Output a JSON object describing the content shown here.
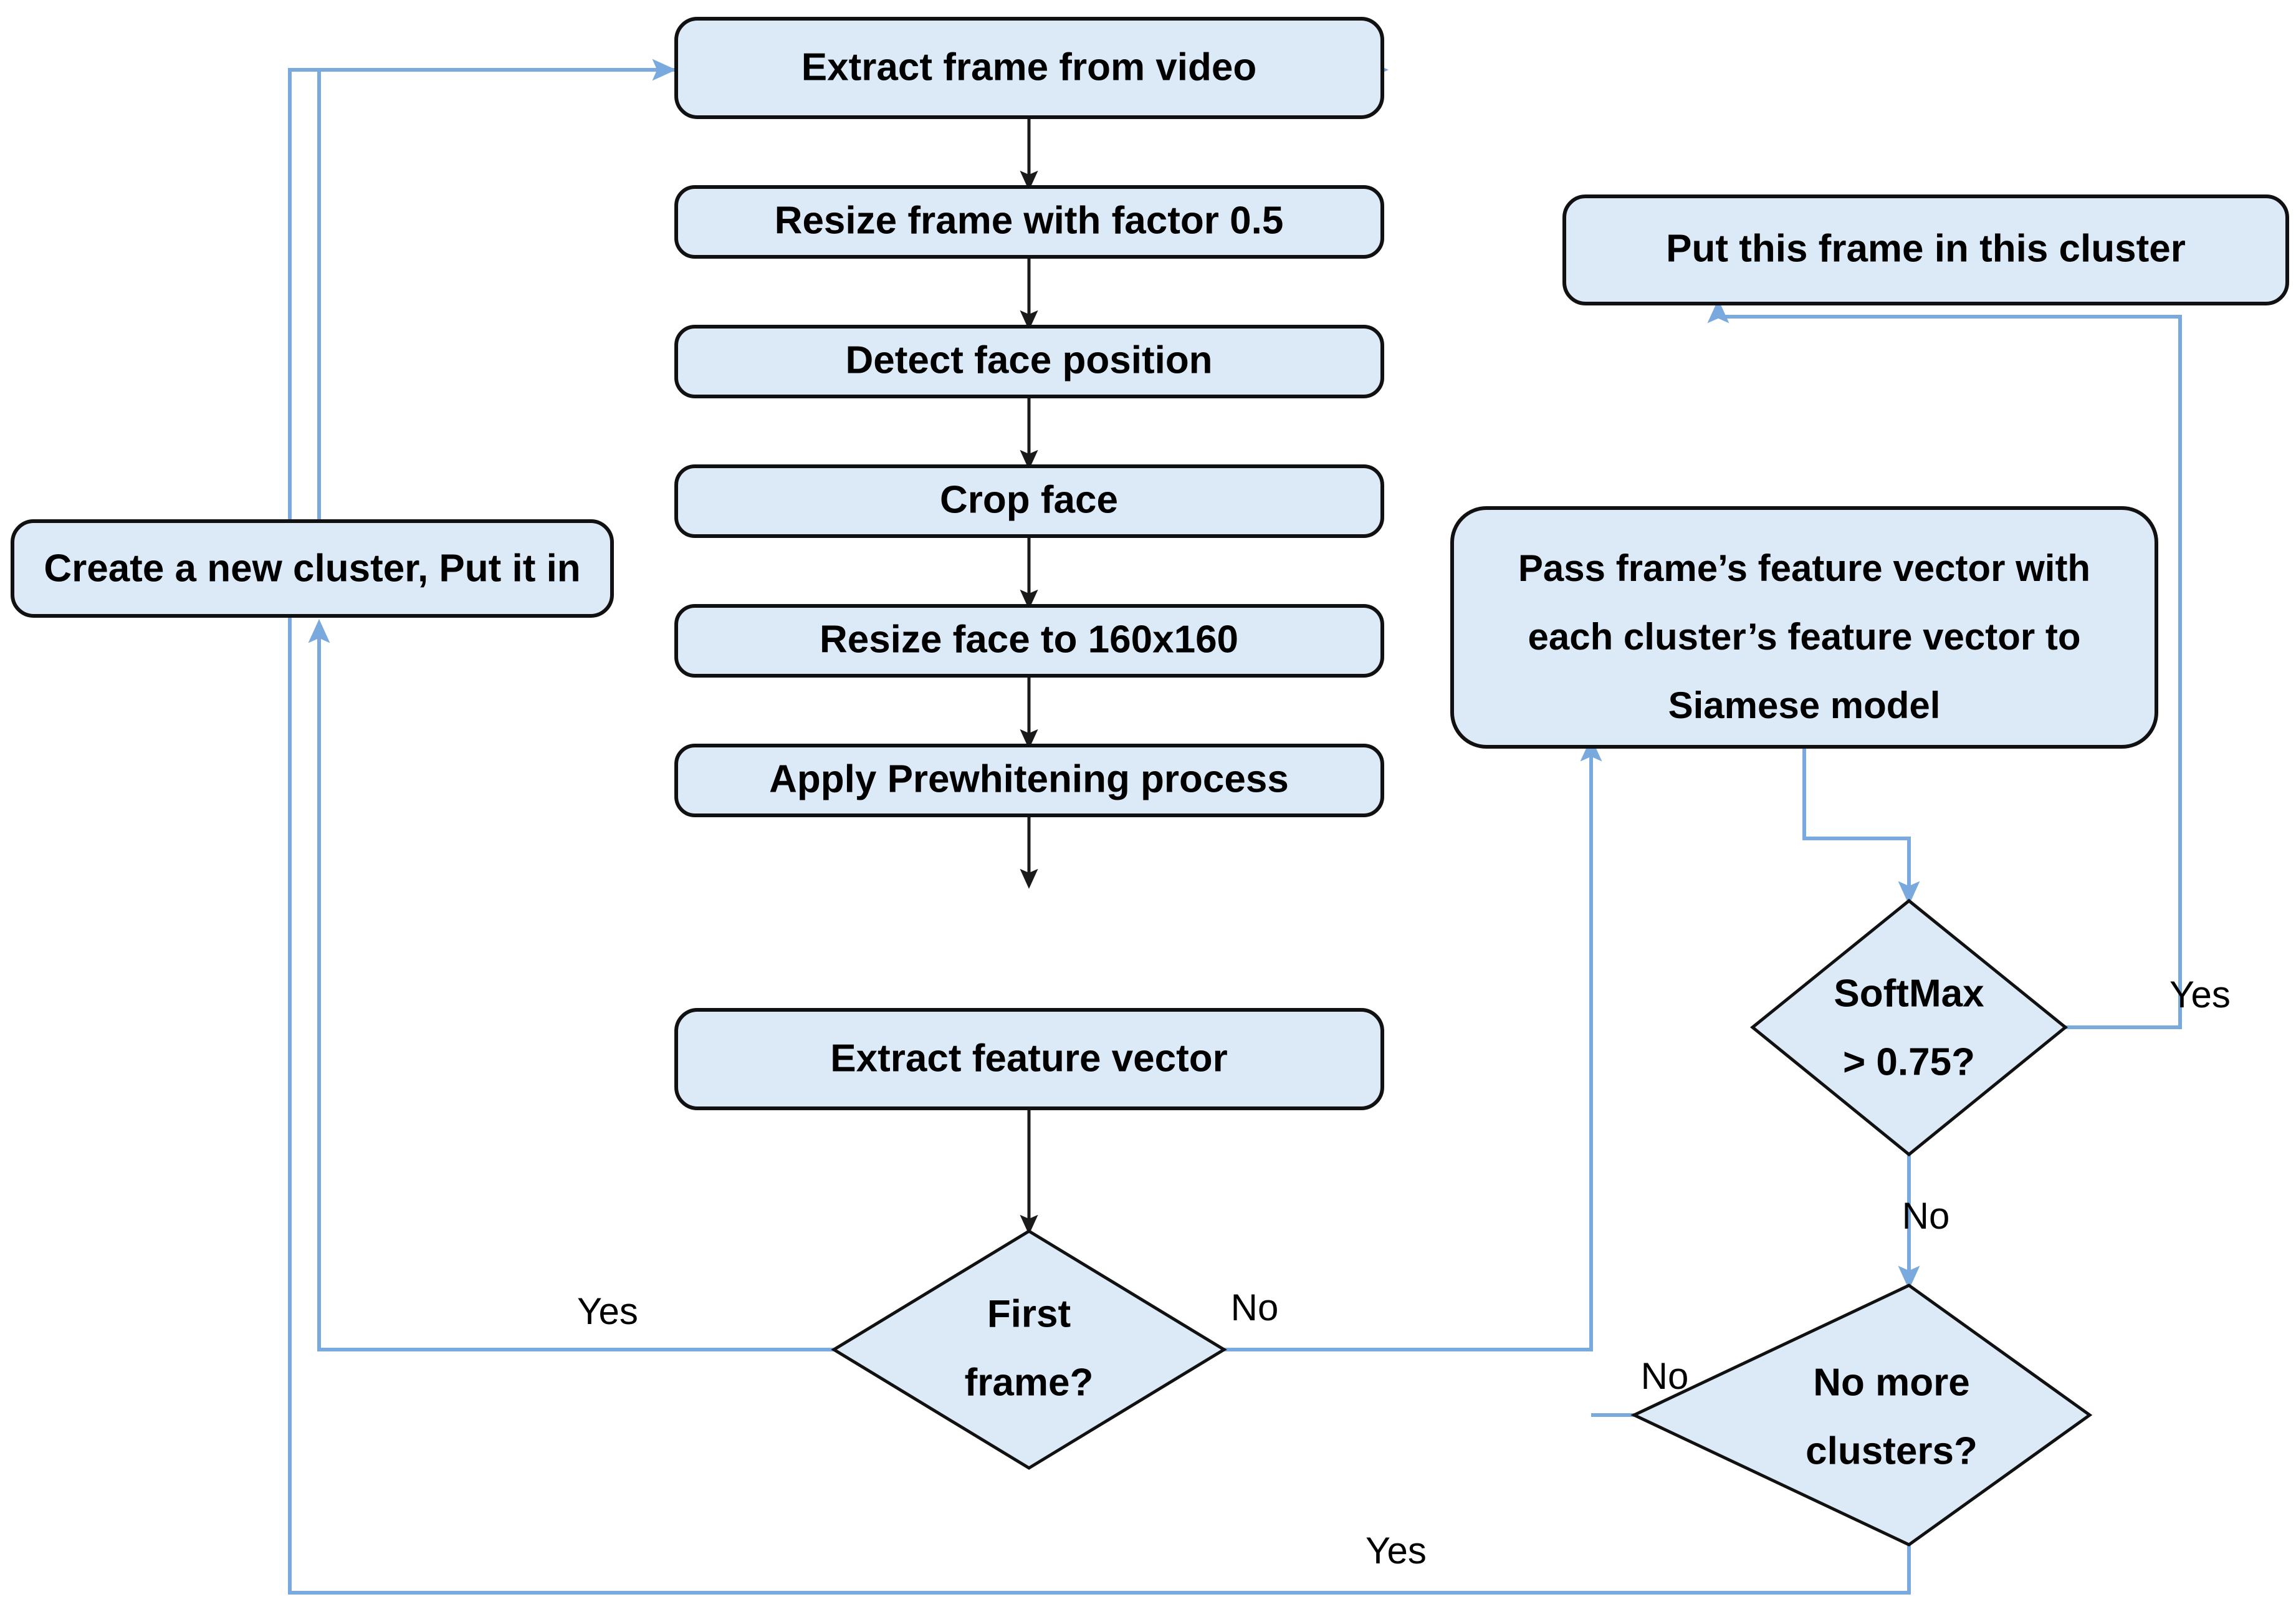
{
  "diagram": {
    "title": "Face clustering from video flowchart",
    "colors": {
      "node_fill": "#dce9f7",
      "node_stroke": "#111111",
      "black_edge": "#1a1a1a",
      "blue_edge": "#7aa9dd",
      "background": "#ffffff"
    },
    "nodes": [
      {
        "id": "extract-frame",
        "type": "process",
        "label": "Extract frame from video"
      },
      {
        "id": "resize-frame",
        "type": "process",
        "label": "Resize frame with factor 0.5"
      },
      {
        "id": "detect-face",
        "type": "process",
        "label": "Detect face position"
      },
      {
        "id": "crop-face",
        "type": "process",
        "label": "Crop face"
      },
      {
        "id": "resize-face",
        "type": "process",
        "label": "Resize face to 160x160"
      },
      {
        "id": "prewhitening",
        "type": "process",
        "label": "Apply Prewhitening process"
      },
      {
        "id": "extract-vector",
        "type": "process",
        "label": "Extract feature vector"
      },
      {
        "id": "create-cluster",
        "type": "process",
        "label": "Create a new cluster, Put it in"
      },
      {
        "id": "put-in-cluster",
        "type": "process",
        "label": "Put this frame in this cluster"
      },
      {
        "id": "siamese",
        "type": "process",
        "label_line1": "Pass frame’s feature vector with",
        "label_line2": "each cluster’s feature vector to",
        "label_line3": "Siamese model"
      },
      {
        "id": "first-frame",
        "type": "decision",
        "label_line1": "First",
        "label_line2": "frame?"
      },
      {
        "id": "softmax",
        "type": "decision",
        "label_line1": "SoftMax",
        "label_line2": "> 0.75?"
      },
      {
        "id": "no-more-clusters",
        "type": "decision",
        "label_line1": "No more",
        "label_line2": "clusters?"
      }
    ],
    "edge_labels": {
      "first_frame_yes": "Yes",
      "first_frame_no": "No",
      "softmax_yes": "Yes",
      "softmax_no": "No",
      "no_more_clusters_no": "No",
      "no_more_clusters_yes": "Yes"
    }
  }
}
